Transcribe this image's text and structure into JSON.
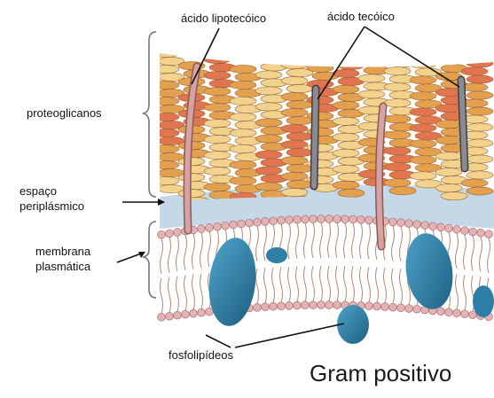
{
  "labels": {
    "lipoteichoic": "ácido lipotecóico",
    "teichoic": "ácido tecóico",
    "proteoglycans": "proteoglicanos",
    "periplasmic_line1": "espaço",
    "periplasmic_line2": "periplásmico",
    "membrane_line1": "membrana",
    "membrane_line2": "plasmática",
    "phospholipids": "fosfolipídeos"
  },
  "caption": "Gram positivo",
  "colors": {
    "bead_light": "#f1d38e",
    "bead_mid": "#e3a150",
    "bead_red": "#e0754f",
    "periplasm": "#c5d8e7",
    "lipid_head": "#e4b1b4",
    "protein": "#2f7ea7",
    "acid_rod": "#c9908d",
    "acid_rod_dark": "#6f6f73",
    "line": "#111111"
  }
}
